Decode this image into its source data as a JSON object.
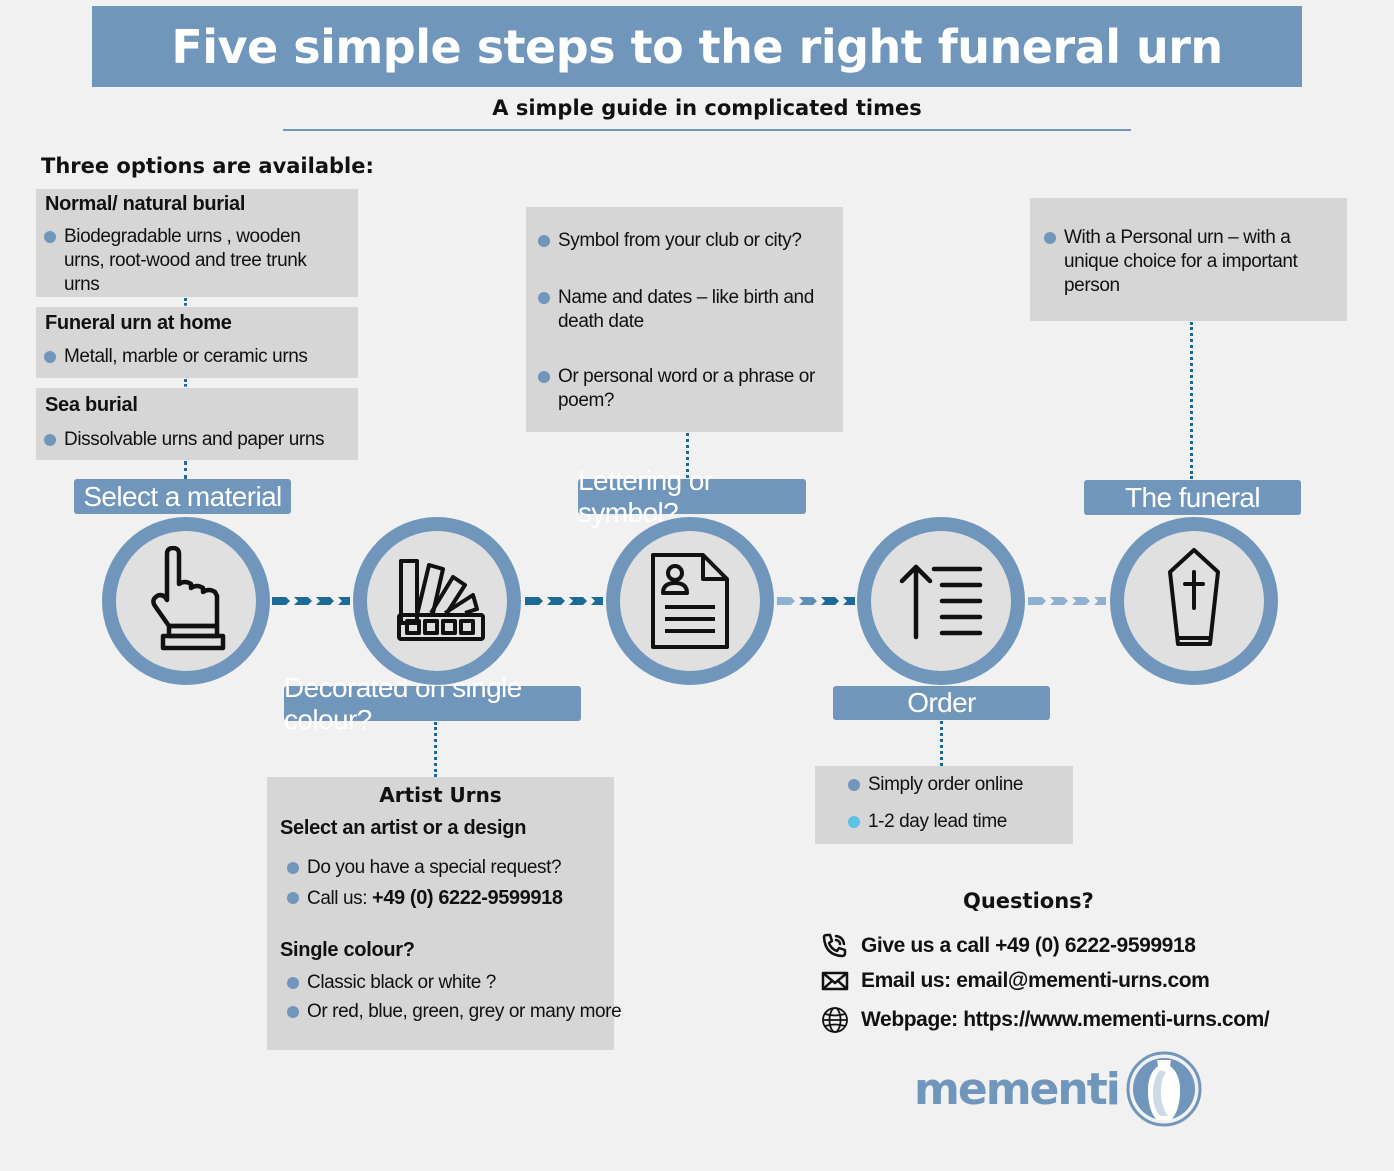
{
  "title": "Five simple steps to the right funeral urn",
  "subtitle": "A simple guide in complicated times",
  "options_heading": "Three options are available:",
  "options": [
    {
      "title": "Normal/ natural burial",
      "bullets": [
        "Biodegradable urns , wooden urns, root-wood and tree trunk urns"
      ]
    },
    {
      "title": "Funeral urn at home",
      "bullets": [
        "Metall, marble or ceramic urns"
      ]
    },
    {
      "title": "Sea burial",
      "bullets": [
        "Dissolvable urns and paper  urns"
      ]
    }
  ],
  "steps": [
    {
      "label": "Select a material",
      "icon": "pointing-hand-icon"
    },
    {
      "label": "Decorated on single colour?",
      "icon": "color-swatch-icon"
    },
    {
      "label": "Lettering or symbol?",
      "icon": "document-person-icon"
    },
    {
      "label": "Order",
      "icon": "sort-list-icon"
    },
    {
      "label": "The funeral",
      "icon": "coffin-cross-icon"
    }
  ],
  "lettering_box": {
    "bullets": [
      "Symbol from your club or city?",
      "Name and dates – like birth and death date",
      "Or personal word or a phrase or poem?"
    ]
  },
  "funeral_box": {
    "bullets": [
      "With a Personal urn – with a unique choice for a important person"
    ]
  },
  "artist_box": {
    "title": "Artist Urns",
    "subtitle": "Select an artist or a design",
    "bullet1": "Do you have a special request?",
    "bullet2_prefix": "Call us: ",
    "bullet2_phone": "+49 (0) 6222-9599918",
    "single_title": "Single colour?",
    "single_bullets": [
      "Classic black or white ?",
      "Or red, blue, green, grey or many more"
    ]
  },
  "order_box": {
    "bullets": [
      "Simply order online",
      "1-2 day lead time"
    ]
  },
  "questions": {
    "heading": "Questions?",
    "items": [
      {
        "icon": "phone-icon",
        "text": "Give us a call +49 (0) 6222-9599918"
      },
      {
        "icon": "envelope-icon",
        "text": "Email us: email@mementi-urns.com"
      },
      {
        "icon": "globe-icon",
        "text": "Webpage:  https://www.mementi-urns.com/"
      }
    ]
  },
  "logo": {
    "text": "mementi",
    "icon": "urn-logo-icon"
  },
  "colors": {
    "accent": "#7096bb",
    "box": "#d5d6d5",
    "background": "#f0f1f0",
    "dots": "#1d6a96",
    "bullet_light": "#5bc3e6"
  }
}
